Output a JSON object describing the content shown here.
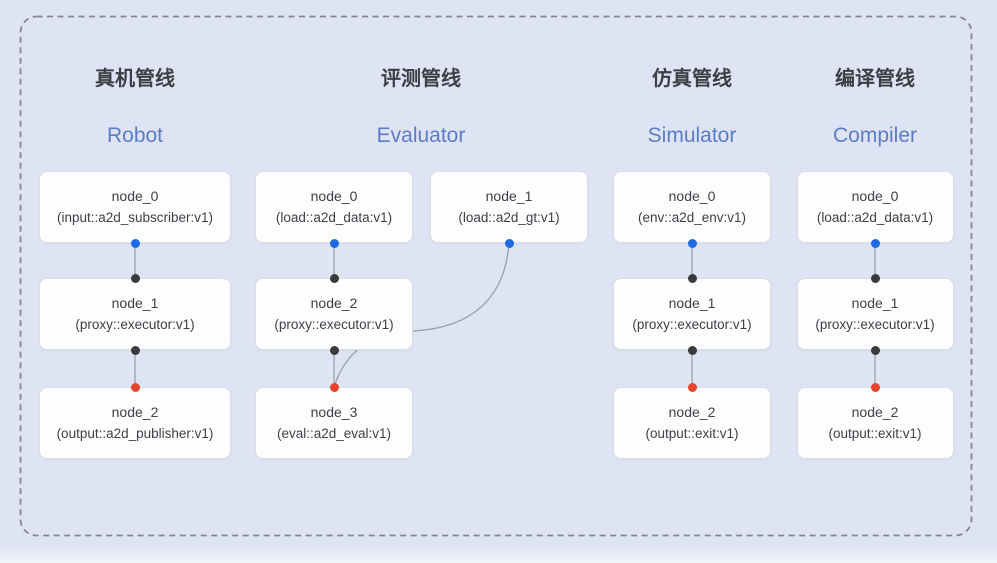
{
  "diagram": {
    "colors": {
      "background": "#dee4f3",
      "frame_dash": "#83888f",
      "node_background": "#fdfdfe",
      "node_border": "#d9dde6",
      "node_text": "#3d4147",
      "title_chinese": "#3c4046",
      "title_english": "#5b7cc6",
      "edge": "#99a0ac",
      "port_blue": "#1e6ae4",
      "port_dark": "#3a3a3a",
      "port_red": "#e8432d"
    },
    "pipelines": [
      {
        "key": "robot",
        "title_zh": "真机管线",
        "title_en": "Robot",
        "nodes": [
          {
            "id": "node_0",
            "label": "node_0",
            "type": "(input::a2d_subscriber:v1)",
            "row": 0,
            "col": 0
          },
          {
            "id": "node_1",
            "label": "node_1",
            "type": "(proxy::executor:v1)",
            "row": 1,
            "col": 0
          },
          {
            "id": "node_2",
            "label": "node_2",
            "type": "(output::a2d_publisher:v1)",
            "row": 2,
            "col": 0
          }
        ],
        "edges": [
          {
            "from": "node_0",
            "to": "node_1",
            "curved": false
          },
          {
            "from": "node_1",
            "to": "node_2",
            "curved": false
          }
        ]
      },
      {
        "key": "evaluator",
        "title_zh": "评测管线",
        "title_en": "Evaluator",
        "nodes": [
          {
            "id": "node_0",
            "label": "node_0",
            "type": "(load::a2d_data:v1)",
            "row": 0,
            "col": 0
          },
          {
            "id": "node_1",
            "label": "node_1",
            "type": "(load::a2d_gt:v1)",
            "row": 0,
            "col": 1
          },
          {
            "id": "node_2",
            "label": "node_2",
            "type": "(proxy::executor:v1)",
            "row": 1,
            "col": 0
          },
          {
            "id": "node_3",
            "label": "node_3",
            "type": "(eval::a2d_eval:v1)",
            "row": 2,
            "col": 0
          }
        ],
        "edges": [
          {
            "from": "node_0",
            "to": "node_2",
            "curved": false
          },
          {
            "from": "node_1",
            "to": "node_3",
            "curved": true
          },
          {
            "from": "node_2",
            "to": "node_3",
            "curved": false
          }
        ]
      },
      {
        "key": "simulator",
        "title_zh": "仿真管线",
        "title_en": "Simulator",
        "nodes": [
          {
            "id": "node_0",
            "label": "node_0",
            "type": "(env::a2d_env:v1)",
            "row": 0,
            "col": 0
          },
          {
            "id": "node_1",
            "label": "node_1",
            "type": "(proxy::executor:v1)",
            "row": 1,
            "col": 0
          },
          {
            "id": "node_2",
            "label": "node_2",
            "type": "(output::exit:v1)",
            "row": 2,
            "col": 0
          }
        ],
        "edges": [
          {
            "from": "node_0",
            "to": "node_1",
            "curved": false
          },
          {
            "from": "node_1",
            "to": "node_2",
            "curved": false
          }
        ]
      },
      {
        "key": "compiler",
        "title_zh": "编译管线",
        "title_en": "Compiler",
        "nodes": [
          {
            "id": "node_0",
            "label": "node_0",
            "type": "(load::a2d_data:v1)",
            "row": 0,
            "col": 0
          },
          {
            "id": "node_1",
            "label": "node_1",
            "type": "(proxy::executor:v1)",
            "row": 1,
            "col": 0
          },
          {
            "id": "node_2",
            "label": "node_2",
            "type": "(output::exit:v1)",
            "row": 2,
            "col": 0
          }
        ],
        "edges": [
          {
            "from": "node_0",
            "to": "node_1",
            "curved": false
          },
          {
            "from": "node_1",
            "to": "node_2",
            "curved": false
          }
        ]
      }
    ]
  }
}
